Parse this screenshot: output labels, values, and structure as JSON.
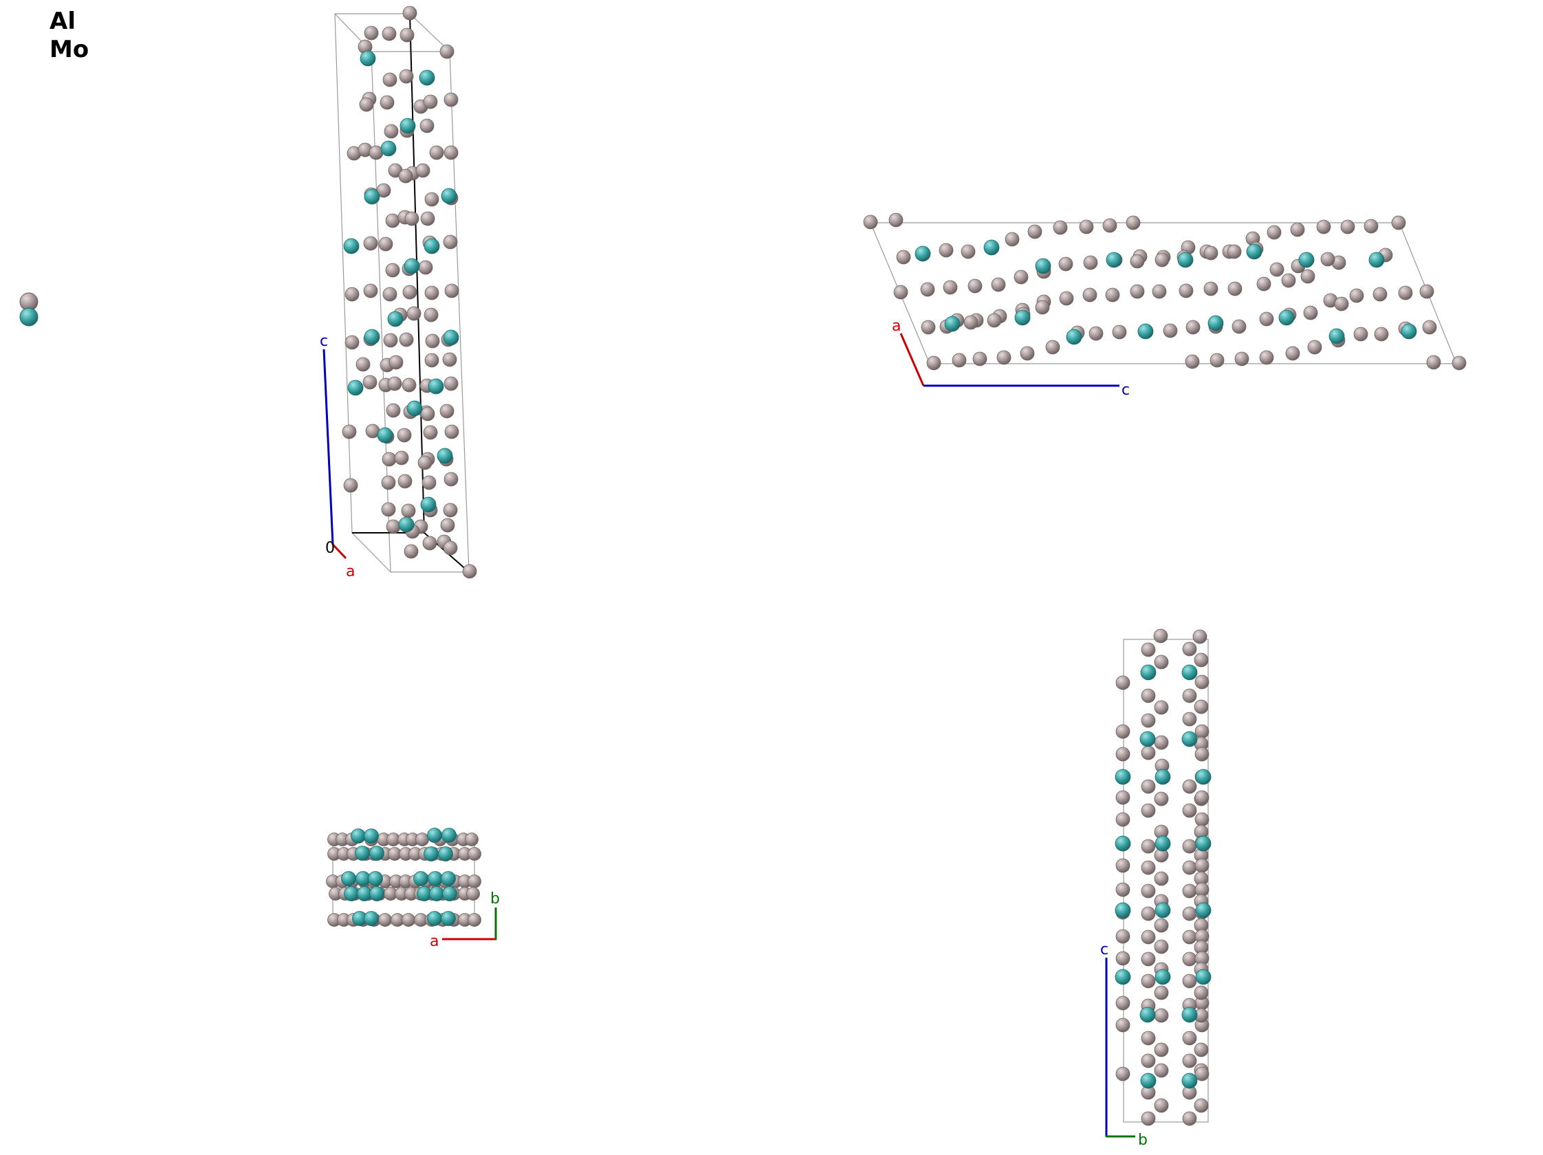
{
  "legend": {
    "items": [
      {
        "label": "Al",
        "color": "#a99a9a"
      },
      {
        "label": "Mo",
        "color": "#3aa3a3"
      }
    ]
  },
  "colors": {
    "al_atom": "#a99a9a",
    "mo_atom": "#3aa3a3",
    "axis_a": "#cc0000",
    "axis_b": "#007700",
    "axis_c": "#0000bb",
    "cell_edge": "#999999",
    "origin": "#000000"
  },
  "views": [
    {
      "id": "perspective",
      "axis_labels": {
        "origin": "0",
        "a": "a",
        "c": "c"
      }
    },
    {
      "id": "along-b",
      "axis_labels": {
        "a": "a",
        "c": "c"
      }
    },
    {
      "id": "along-c",
      "axis_labels": {
        "a": "a",
        "b": "b"
      }
    },
    {
      "id": "along-a",
      "axis_labels": {
        "b": "b",
        "c": "c"
      }
    }
  ]
}
